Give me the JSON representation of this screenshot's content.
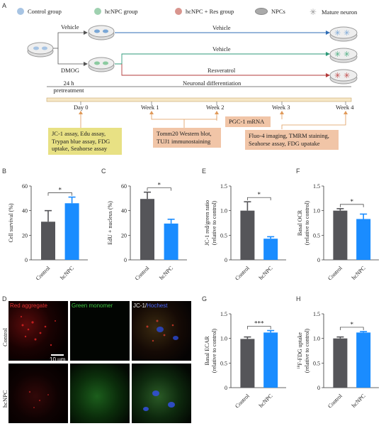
{
  "panels": {
    "A": "A",
    "B": "B",
    "C": "C",
    "D": "D",
    "E": "E",
    "F": "F",
    "G": "G",
    "H": "H"
  },
  "legend": [
    {
      "label": "Control group",
      "color": "#a7c4e3"
    },
    {
      "label": "hcNPC group",
      "color": "#9fd1b0"
    },
    {
      "label": "hcNPC + Res group",
      "color": "#d9958e"
    },
    {
      "label": "NPCs",
      "color": "#aaaaaa"
    },
    {
      "label": "Mature neuron",
      "color": "#999999"
    }
  ],
  "schematic": {
    "vehicle1": "Vehicle",
    "dmog": "DMOG",
    "vehicle_top": "Vehicle",
    "vehicle_mid": "Vehicle",
    "resveratrol": "Resveratrol",
    "pretreatment": "24 h\npretreatment",
    "differentiation": "Neuronal differentiation",
    "timepoints": [
      "Day 0",
      "Week 1",
      "Week 2",
      "Week 3",
      "Week 4"
    ],
    "box_day0": "JC-1 assay, Edu assay,\nTrypan blue assay, FDG\nuptake, Seahorse assay",
    "box_week1": "Tomm20 Western blot,\nTUJ1 immunostaining",
    "box_pgc": "PGC-1 mRNA",
    "box_week4": "Fluo-4 imaging, TMRM staining,\nSeahorse assay, FDG upatake"
  },
  "micro": {
    "col1": "Red aggregate",
    "col2": "Green monomer",
    "col3a": "JC-1/",
    "col3b": "Hochest",
    "row1": "Control",
    "row2": "hcNPC",
    "scale": "10 μm"
  },
  "colors": {
    "control": "#555559",
    "hcnpc": "#1a8cff"
  },
  "chart_data": [
    {
      "id": "B",
      "type": "bar",
      "categories": [
        "Control",
        "hcNPC"
      ],
      "values": [
        31,
        46
      ],
      "errors": [
        9,
        5
      ],
      "ylabel": "Cell survival (%)",
      "ylim": [
        0,
        60
      ],
      "yticks": [
        0,
        20,
        40,
        60
      ],
      "significance": "*"
    },
    {
      "id": "C",
      "type": "bar",
      "categories": [
        "Control",
        "hcNPC"
      ],
      "values": [
        49.5,
        29.5
      ],
      "errors": [
        5.5,
        3.5
      ],
      "ylabel": "EdU + nucleus (%)",
      "ylim": [
        0,
        60
      ],
      "yticks": [
        0,
        20,
        40,
        60
      ],
      "significance": "*"
    },
    {
      "id": "E",
      "type": "bar",
      "categories": [
        "Control",
        "hcNPC"
      ],
      "values": [
        1.0,
        0.43
      ],
      "errors": [
        0.18,
        0.04
      ],
      "ylabel": "JC-1 red/green ratio\n(relative to control)",
      "ylim": [
        0,
        1.5
      ],
      "yticks": [
        0,
        0.5,
        1.0,
        1.5
      ],
      "significance": "*"
    },
    {
      "id": "F",
      "type": "bar",
      "categories": [
        "Control",
        "hcNPC"
      ],
      "values": [
        1.0,
        0.83
      ],
      "errors": [
        0.04,
        0.1
      ],
      "ylabel": "Basal OCR\n(relative to control)",
      "ylim": [
        0,
        1.5
      ],
      "yticks": [
        0,
        0.5,
        1.0,
        1.5
      ],
      "significance": "*"
    },
    {
      "id": "G",
      "type": "bar",
      "categories": [
        "Control",
        "hcNPC"
      ],
      "values": [
        0.99,
        1.12
      ],
      "errors": [
        0.04,
        0.04
      ],
      "ylabel": "Basal ECAR\n(relative to control)",
      "ylim": [
        0,
        1.5
      ],
      "yticks": [
        0,
        0.5,
        1.0,
        1.5
      ],
      "significance": "***"
    },
    {
      "id": "H",
      "type": "bar",
      "categories": [
        "Control",
        "hcNPC"
      ],
      "values": [
        1.0,
        1.12
      ],
      "errors": [
        0.03,
        0.02
      ],
      "ylabel": "18F-FDG uptake\n(relative to control)",
      "ylim": [
        0,
        1.5
      ],
      "yticks": [
        0,
        0.5,
        1.0,
        1.5
      ],
      "significance": "*"
    }
  ]
}
